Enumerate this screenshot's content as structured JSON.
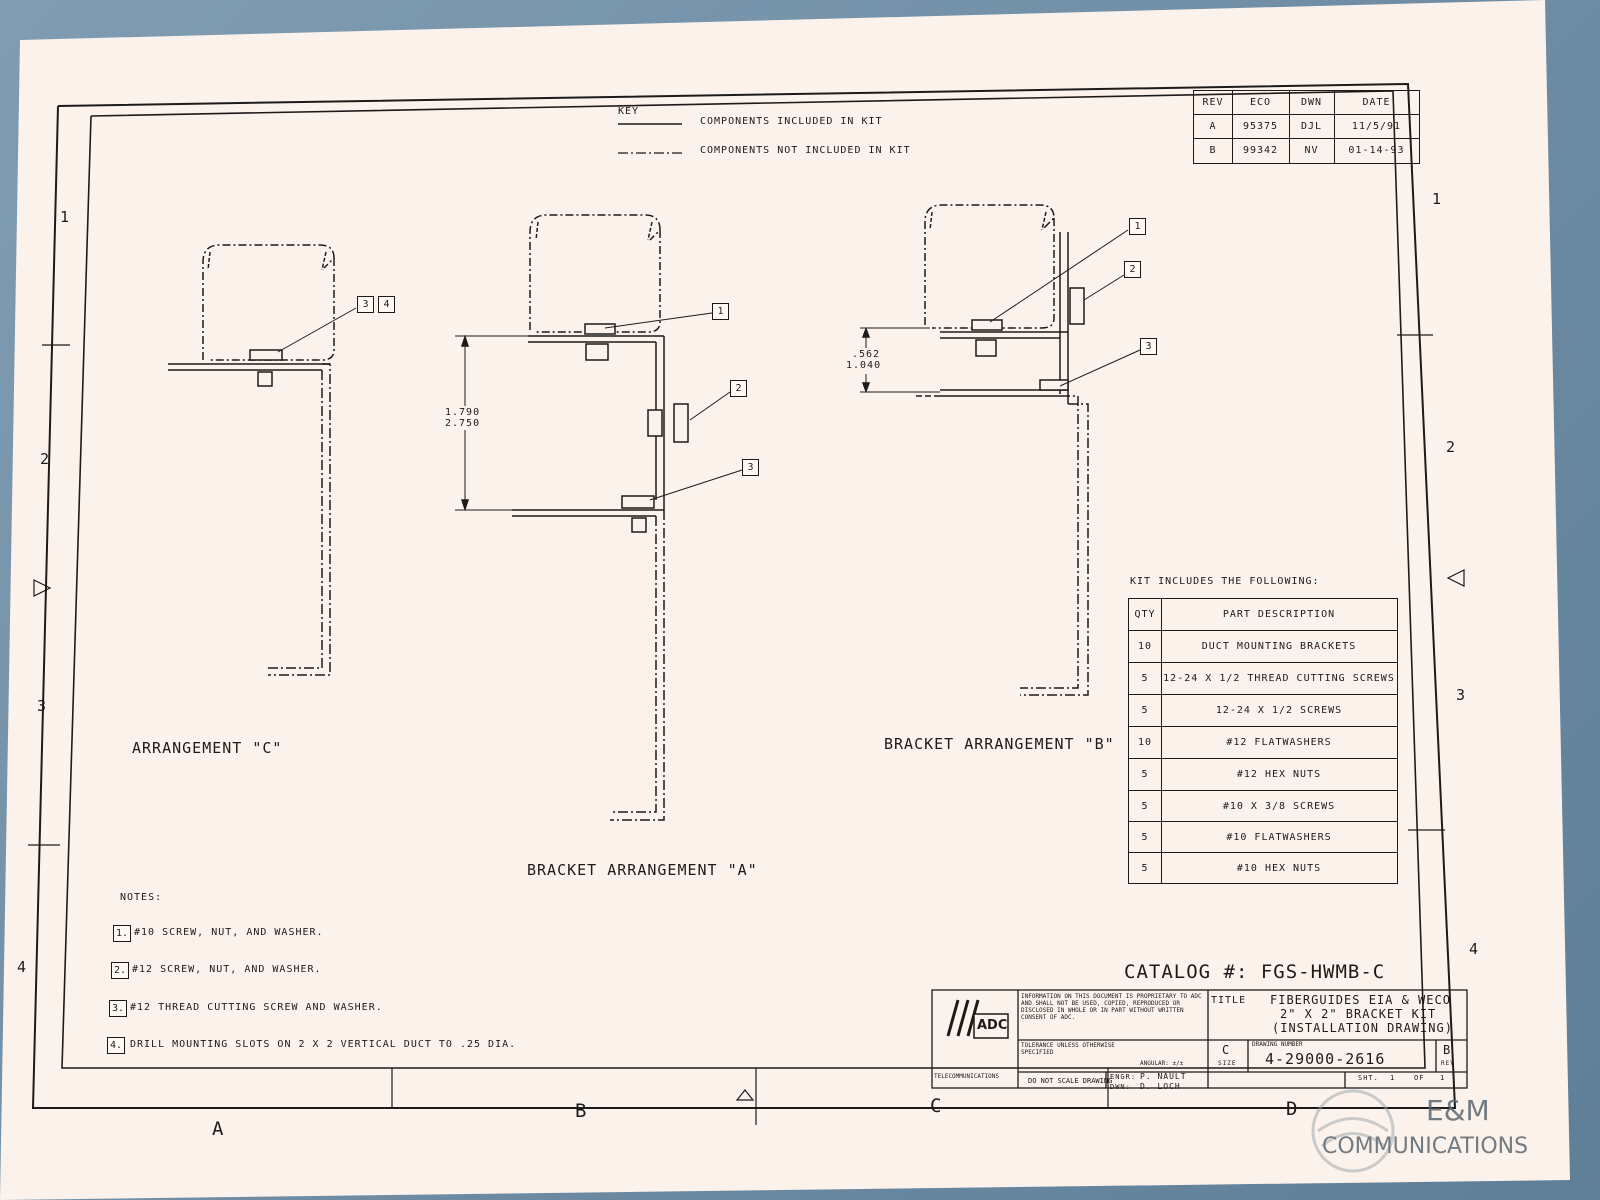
{
  "key": {
    "heading": "KEY",
    "included": "COMPONENTS INCLUDED IN KIT",
    "not_included": "COMPONENTS NOT INCLUDED IN KIT"
  },
  "revision_table": {
    "headers": [
      "REV",
      "ECO",
      "DWN",
      "DATE"
    ],
    "rows": [
      [
        "A",
        "95375",
        "DJL",
        "11/5/91"
      ],
      [
        "B",
        "99342",
        "NV",
        "01-14-93"
      ]
    ]
  },
  "zone_numbers": [
    "1",
    "2",
    "3",
    "4"
  ],
  "zone_letters": [
    "A",
    "B",
    "C",
    "D"
  ],
  "callouts": [
    "1",
    "2",
    "3",
    "4"
  ],
  "dimensions": {
    "a_top": "1.790",
    "a_bottom": "2.750",
    "b_top": ".562",
    "b_bottom": "1.040"
  },
  "labels": {
    "arr_c": "ARRANGEMENT \"C\"",
    "arr_a": "BRACKET ARRANGEMENT \"A\"",
    "arr_b": "BRACKET ARRANGEMENT \"B\""
  },
  "kit": {
    "heading": "KIT INCLUDES THE FOLLOWING:",
    "qty_header": "QTY",
    "desc_header": "PART DESCRIPTION",
    "items": [
      {
        "qty": "10",
        "desc": "DUCT MOUNTING BRACKETS"
      },
      {
        "qty": "5",
        "desc": "12-24 X 1/2 THREAD CUTTING SCREWS"
      },
      {
        "qty": "5",
        "desc": "12-24 X 1/2 SCREWS"
      },
      {
        "qty": "10",
        "desc": "#12 FLATWASHERS"
      },
      {
        "qty": "5",
        "desc": "#12 HEX NUTS"
      },
      {
        "qty": "5",
        "desc": "#10 X 3/8 SCREWS"
      },
      {
        "qty": "5",
        "desc": "#10 FLATWASHERS"
      },
      {
        "qty": "5",
        "desc": "#10 HEX NUTS"
      }
    ]
  },
  "notes": {
    "heading": "NOTES:",
    "items": [
      {
        "num": "1.",
        "text": "#10 SCREW, NUT, AND WASHER."
      },
      {
        "num": "2.",
        "text": "#12 SCREW, NUT, AND WASHER."
      },
      {
        "num": "3.",
        "text": "#12 THREAD CUTTING SCREW AND WASHER."
      },
      {
        "num": "4.",
        "text": "DRILL MOUNTING SLOTS ON 2 X 2 VERTICAL DUCT TO .25 DIA."
      }
    ]
  },
  "catalog": "CATALOG #: FGS-HWMB-C",
  "title_block": {
    "logo": "ADC",
    "telecom": "TELECOMMUNICATIONS",
    "proprietary": "INFORMATION ON THIS DOCUMENT IS PROPRIETARY TO ADC AND SHALL NOT BE USED, COPIED, REPRODUCED OR DISCLOSED IN WHOLE OR IN PART WITHOUT WRITTEN CONSENT OF ADC.",
    "tolerance": "TOLERANCE UNLESS OTHERWISE SPECIFIED",
    "angular": "ANGULAR: ±/±",
    "title_label": "TITLE",
    "title_line1": "FIBERGUIDES EIA & WECO",
    "title_line2": "2\" X 2\" BRACKET KIT",
    "title_line3": "(INSTALLATION DRAWING)",
    "size_value": "C",
    "size_label": "SIZE",
    "drawing_number_label": "DRAWING NUMBER",
    "drawing_number": "4-29000-2616",
    "rev_value": "B",
    "rev_label": "REV",
    "do_not_scale": "DO NOT SCALE DRAWING",
    "engr_label": "ENGR:",
    "engr_value": "P. NAULT",
    "dwn_label": "DWN:",
    "dwn_value": "D. LOCH",
    "sheet_label": "SHT.",
    "sheet_num": "1",
    "sheet_of": "OF",
    "sheet_total": "1"
  },
  "watermark": {
    "line1": "E&M",
    "line2": "COMMUNICATIONS"
  }
}
